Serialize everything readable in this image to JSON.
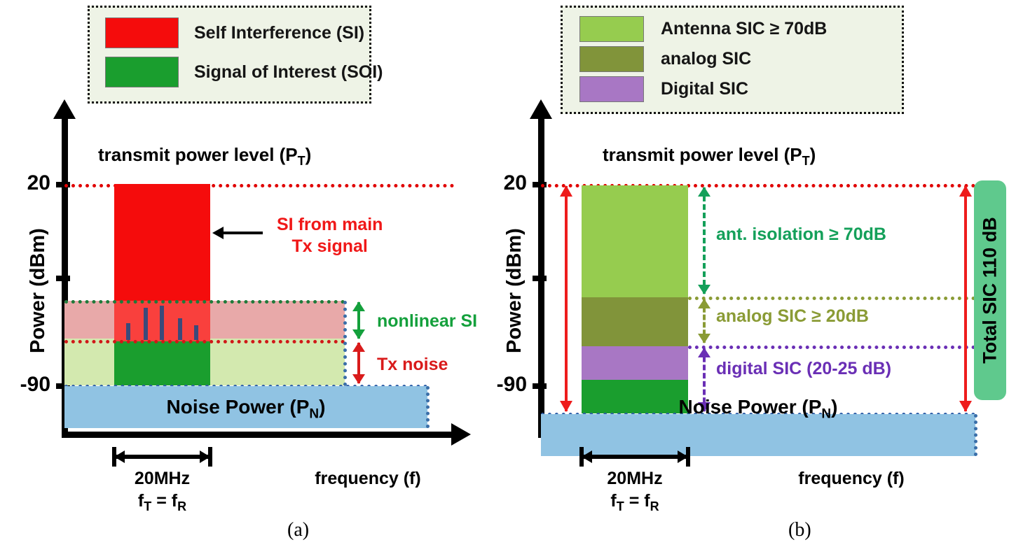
{
  "figure": {
    "caption_a": "(a)",
    "caption_b": "(b)"
  },
  "panel_a": {
    "legend": {
      "items": [
        {
          "label": "Self Interference (SI)",
          "color": "#f50c0c",
          "name": "si"
        },
        {
          "label": "Signal of Interest (SOI)",
          "color": "#1a9e2e",
          "name": "soi"
        }
      ]
    },
    "axis": {
      "y_title": "Power (dBm)",
      "y_ticks": [
        "20",
        "-90"
      ],
      "x_title": "frequency (f)"
    },
    "top_label": "transmit power level (P",
    "top_label_sub": "T",
    "top_label_end": ")",
    "noise_label": "Noise Power (P",
    "noise_label_sub": "N",
    "noise_label_end": ")",
    "annotations": {
      "si_main_line1": "SI from main",
      "si_main_line2": "Tx signal",
      "nonlinear_si": "nonlinear SI",
      "tx_noise": "Tx noise"
    },
    "bottom": {
      "bandwidth": "20MHz",
      "freq_eq": "f",
      "freq_eq_sub1": "T",
      "freq_eq_mid": " =  f",
      "freq_eq_sub2": "R"
    },
    "colors": {
      "si_red": "#f50c0c",
      "soi_green": "#1a9e2e",
      "nonlinear_band": "#e8a9a9",
      "txnoise_band": "#d3e9af",
      "si_band_red": "#f9403d",
      "noise_power": "#90c3e3",
      "noise_border": "#2f5fa8",
      "spike": "#3b4a7a",
      "pt_line": "#e00000",
      "arrow_green": "#14a03c",
      "arrow_red": "#d91b1b"
    }
  },
  "panel_b": {
    "legend": {
      "items": [
        {
          "label": "Antenna SIC ≥ 70dB",
          "color": "#96cc4f",
          "name": "antenna-sic"
        },
        {
          "label": "analog SIC",
          "color": "#81943a",
          "name": "analog-sic"
        },
        {
          "label": "Digital SIC",
          "color": "#a877c4",
          "name": "digital-sic"
        }
      ]
    },
    "axis": {
      "y_title": "Power (dBm)",
      "y_ticks": [
        "20",
        "-90"
      ],
      "x_title": "frequency (f)"
    },
    "top_label": "transmit power level (P",
    "top_label_sub": "T",
    "top_label_end": ")",
    "noise_label": "Noise Power (P",
    "noise_label_sub": "N",
    "noise_label_end": ")",
    "annotations": {
      "ant_isolation": "ant. isolation ≥ 70dB",
      "analog_sic": "analog SIC ≥ 20dB",
      "digital_sic": "digital SIC (20-25 dB)",
      "total_sic": "Total SIC 110 dB"
    },
    "bottom": {
      "bandwidth": "20MHz",
      "freq_eq": "f",
      "freq_eq_sub1": "T",
      "freq_eq_mid": " =  f",
      "freq_eq_sub2": "R"
    },
    "colors": {
      "antenna_sic": "#96cc4f",
      "analog_sic": "#81943a",
      "digital_sic": "#a877c4",
      "soi_green": "#1a9e2e",
      "noise_power": "#90c3e3",
      "total_badge": "#5fc98d",
      "arrow_total_red": "#ee1c1c",
      "arrow_ant_green": "#14a05a",
      "arrow_analog": "#8a9b35",
      "arrow_digital": "#6a2fb5"
    }
  },
  "chart_data": [
    {
      "type": "bar",
      "title": "(a) Self-interference and signal of interest spectrum",
      "xlabel": "frequency (f)",
      "ylabel": "Power (dBm)",
      "ylim": [
        -110,
        35
      ],
      "yticks": [
        20,
        -90
      ],
      "annotations": [
        "transmit power level (P_T) = 20 dBm",
        "Noise Power (P_N) = -90 dBm",
        "SI from main Tx signal",
        "nonlinear SI",
        "Tx noise"
      ],
      "bands": [
        {
          "name": "Self Interference (SI) main",
          "top_dbm": 20,
          "bottom_dbm": -72,
          "color": "#f50c0c"
        },
        {
          "name": "nonlinear SI band",
          "top_dbm": -72,
          "bottom_dbm": -82,
          "color": "#e8a9a9"
        },
        {
          "name": "Tx noise band",
          "top_dbm": -82,
          "bottom_dbm": -90,
          "color": "#d3e9af"
        },
        {
          "name": "Signal of Interest (SOI)",
          "top_dbm": -82,
          "bottom_dbm": -90,
          "color": "#1a9e2e"
        },
        {
          "name": "Noise Power",
          "top_dbm": -90,
          "bottom_dbm": -110,
          "color": "#90c3e3"
        }
      ],
      "spikes_relative_heights": [
        0.35,
        0.85,
        0.95,
        0.5,
        0.3
      ],
      "bandwidth_label": "20MHz",
      "center_frequency_label": "f_T = f_R"
    },
    {
      "type": "bar",
      "title": "(b) Self-interference cancellation budget",
      "xlabel": "frequency (f)",
      "ylabel": "Power (dBm)",
      "ylim": [
        -110,
        35
      ],
      "yticks": [
        20,
        -90
      ],
      "stack": {
        "categories": [
          "SIC budget"
        ],
        "segments": [
          {
            "name": "Antenna SIC ≥ 70dB",
            "value_db": 70,
            "color": "#96cc4f"
          },
          {
            "name": "analog SIC ≥ 20dB",
            "value_db": 20,
            "color": "#81943a"
          },
          {
            "name": "Digital SIC (20-25 dB)",
            "value_db": 20,
            "color": "#a877c4"
          },
          {
            "name": "Signal of Interest",
            "value_db": 0,
            "color": "#1a9e2e"
          }
        ]
      },
      "annotations": [
        "transmit power level (P_T) = 20 dBm",
        "Noise Power (P_N) = -90 dBm",
        "ant. isolation ≥ 70dB",
        "analog SIC ≥ 20dB",
        "digital SIC (20-25 dB)",
        "Total SIC 110 dB"
      ],
      "bandwidth_label": "20MHz",
      "center_frequency_label": "f_T = f_R"
    }
  ]
}
